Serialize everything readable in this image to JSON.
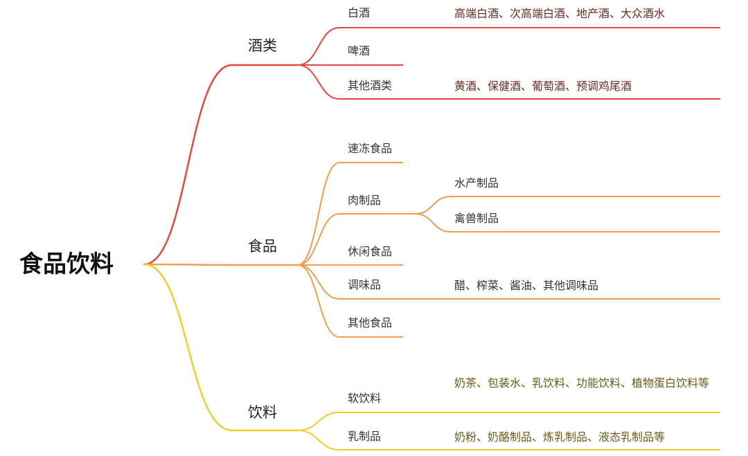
{
  "root": {
    "label": "食品饮料"
  },
  "branches": [
    {
      "label": "酒类",
      "color": "#e8453c",
      "children": [
        {
          "label": "白酒",
          "detail": "高端白酒、次高端白酒、地产酒、大众酒水"
        },
        {
          "label": "啤酒"
        },
        {
          "label": "其他酒类",
          "detail": "黄酒、保健酒、葡萄酒、预调鸡尾酒"
        }
      ]
    },
    {
      "label": "食品",
      "color": "#f29d4d",
      "children": [
        {
          "label": "速冻食品"
        },
        {
          "label": "肉制品",
          "sub": [
            "水产制品",
            "禽兽制品"
          ]
        },
        {
          "label": "休闲食品"
        },
        {
          "label": "调味品",
          "detail": "醋、榨菜、酱油、其他调味品"
        },
        {
          "label": "其他食品"
        }
      ]
    },
    {
      "label": "饮料",
      "color": "#f2cf22",
      "children": [
        {
          "label": "软饮料",
          "detail": "奶茶、包装水、乳饮料、功能饮料、植物蛋白饮料等"
        },
        {
          "label": "乳制品",
          "detail": "奶粉、奶酪制品、炼乳制品、液态乳制品等"
        }
      ]
    }
  ]
}
